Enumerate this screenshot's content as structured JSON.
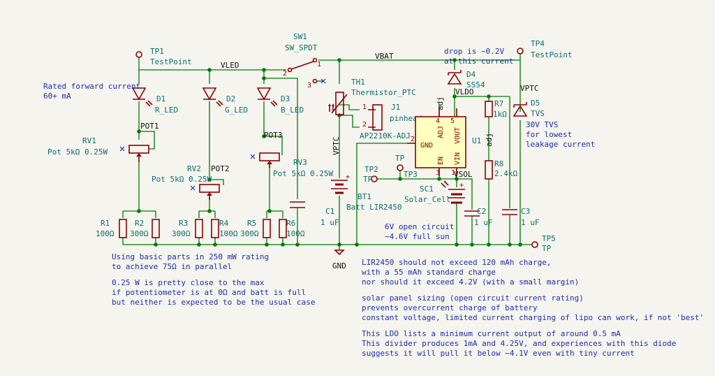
{
  "components": {
    "tp1": {
      "ref": "TP1",
      "value": "TestPoint"
    },
    "tp2": {
      "ref": "TP2",
      "pin": "TP"
    },
    "tp3": {
      "ref": "TP3",
      "pin": "TP"
    },
    "tp4": {
      "ref": "TP4",
      "value": "TestPoint"
    },
    "tp5": {
      "ref": "TP5",
      "value": "TP"
    },
    "sw1": {
      "ref": "SW1",
      "value": "SW_SPDT",
      "pins": [
        "1",
        "2",
        "3"
      ]
    },
    "d1": {
      "ref": "D1",
      "value": "R_LED"
    },
    "d2": {
      "ref": "D2",
      "value": "G_LED"
    },
    "d3": {
      "ref": "D3",
      "value": "B_LED"
    },
    "d4": {
      "ref": "D4",
      "value": "SS54"
    },
    "d5": {
      "ref": "D5",
      "value": "TVS"
    },
    "rv1": {
      "ref": "RV1",
      "value": "Pot 5kΩ 0.25W",
      "net": "POT1"
    },
    "rv2": {
      "ref": "RV2",
      "value": "Pot 5kΩ 0.25W",
      "net": "POT2"
    },
    "rv3": {
      "ref": "RV3",
      "value": "Pot 5kΩ 0.25W",
      "net": "POT3"
    },
    "r1": {
      "ref": "R1",
      "value": "100Ω"
    },
    "r2": {
      "ref": "R2",
      "value": "300Ω"
    },
    "r3": {
      "ref": "R3",
      "value": "300Ω"
    },
    "r4": {
      "ref": "R4",
      "value": "100Ω"
    },
    "r5": {
      "ref": "R5",
      "value": "300Ω"
    },
    "r6": {
      "ref": "R6",
      "value": "100Ω"
    },
    "r7": {
      "ref": "R7",
      "value": "1kΩ"
    },
    "r8": {
      "ref": "R8",
      "value": "2.4kΩ"
    },
    "c1": {
      "ref": "C1",
      "value": "1 uF"
    },
    "c2": {
      "ref": "C2",
      "value": "1 uF"
    },
    "c3": {
      "ref": "C3",
      "value": "1 uF"
    },
    "th1": {
      "ref": "TH1",
      "value": "Thermistor_PTC"
    },
    "j1": {
      "ref": "J1",
      "value": "pinhead"
    },
    "bt1": {
      "ref": "BT1",
      "value": "Batt LIR2450"
    },
    "sc1": {
      "ref": "SC1",
      "value": "Solar_Cell"
    },
    "u1": {
      "ref": "U1",
      "value": "AP2210K-ADJ",
      "pins": {
        "adj": "ADJ",
        "vout": "VOUT",
        "gnd": "GND",
        "en": "EN",
        "vin": "VIN"
      },
      "pin_numbers": {
        "adj": "4",
        "vout": "5",
        "gnd": "2",
        "en": "3",
        "vin": "1"
      }
    }
  },
  "nets": {
    "vled": "VLED",
    "vbat": "VBAT",
    "vldo": "VLDO",
    "vptc_top": "VPTC",
    "vptc_side": "VPTC",
    "vsol": "VSOL",
    "gnd": "GND",
    "adj1": "adj",
    "adj2": "adj"
  },
  "notes": {
    "forward_current": [
      "Rated forward current",
      "60+ mA"
    ],
    "drop": [
      "drop is ~0.2V",
      "at this current"
    ],
    "tvs": [
      "30V TVS",
      "for lowest",
      "leakage current"
    ],
    "solar": [
      "6V open circuit",
      "~4.6V full sun"
    ],
    "resistors": [
      "Using basic parts in 250 mW rating",
      "to achieve 75Ω in parallel",
      "",
      "0.25 W is pretty close to the max",
      "if potentiometer is at 0Ω and batt is full",
      "but neither is expected to be the usual case"
    ],
    "battery": [
      "LIR2450 should not exceed 120 mAh charge,",
      "with a 55 mAh standard charge",
      "nor should it exceed 4.2V (with a small margin)",
      "",
      "solar panel sizing (open circuit current rating)",
      "prevents overcurrent charge of battery",
      "constant voltage, limited current charging of lipo can work, if not 'best'",
      "",
      "This LDO lists a minimum current output of around 0.5 mA",
      "This divider produces 1mA and 4.25V, and experiences with this diode",
      "suggests it will pull it below ~4.1V even with tiny current"
    ]
  },
  "colors": {
    "wire": "#007a00",
    "component": "#8a0000",
    "label": "#0a6e6e",
    "note": "#1a2ea8",
    "background": "#f5f4ef",
    "ic_fill": "#ffffc0"
  }
}
